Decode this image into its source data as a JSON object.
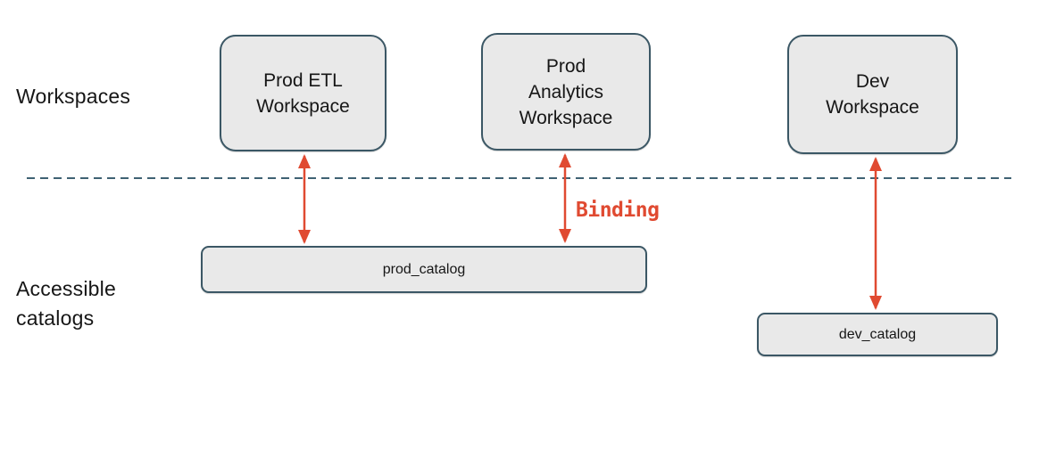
{
  "diagram": {
    "row_labels": {
      "workspaces": "Workspaces",
      "accessible_catalogs": "Accessible\ncatalogs"
    },
    "workspace_nodes": [
      {
        "label": "Prod ETL\nWorkspace"
      },
      {
        "label": "Prod\nAnalytics\nWorkspace"
      },
      {
        "label": "Dev\nWorkspace"
      }
    ],
    "catalog_nodes": [
      {
        "label": "prod_catalog"
      },
      {
        "label": "dev_catalog"
      }
    ],
    "annotations": {
      "binding": "Binding"
    },
    "edges": [
      {
        "from": "Prod ETL Workspace",
        "to": "prod_catalog",
        "style": "double-arrow"
      },
      {
        "from": "Prod Analytics Workspace",
        "to": "prod_catalog",
        "style": "double-arrow",
        "label": "Binding"
      },
      {
        "from": "Dev Workspace",
        "to": "dev_catalog",
        "style": "double-arrow"
      }
    ],
    "colors": {
      "node_fill": "#E9E9E9",
      "node_border": "#3B5765",
      "arrow_red": "#E04A31",
      "divider": "#3F6273",
      "text": "#161616",
      "background": "#FFFFFF"
    }
  }
}
